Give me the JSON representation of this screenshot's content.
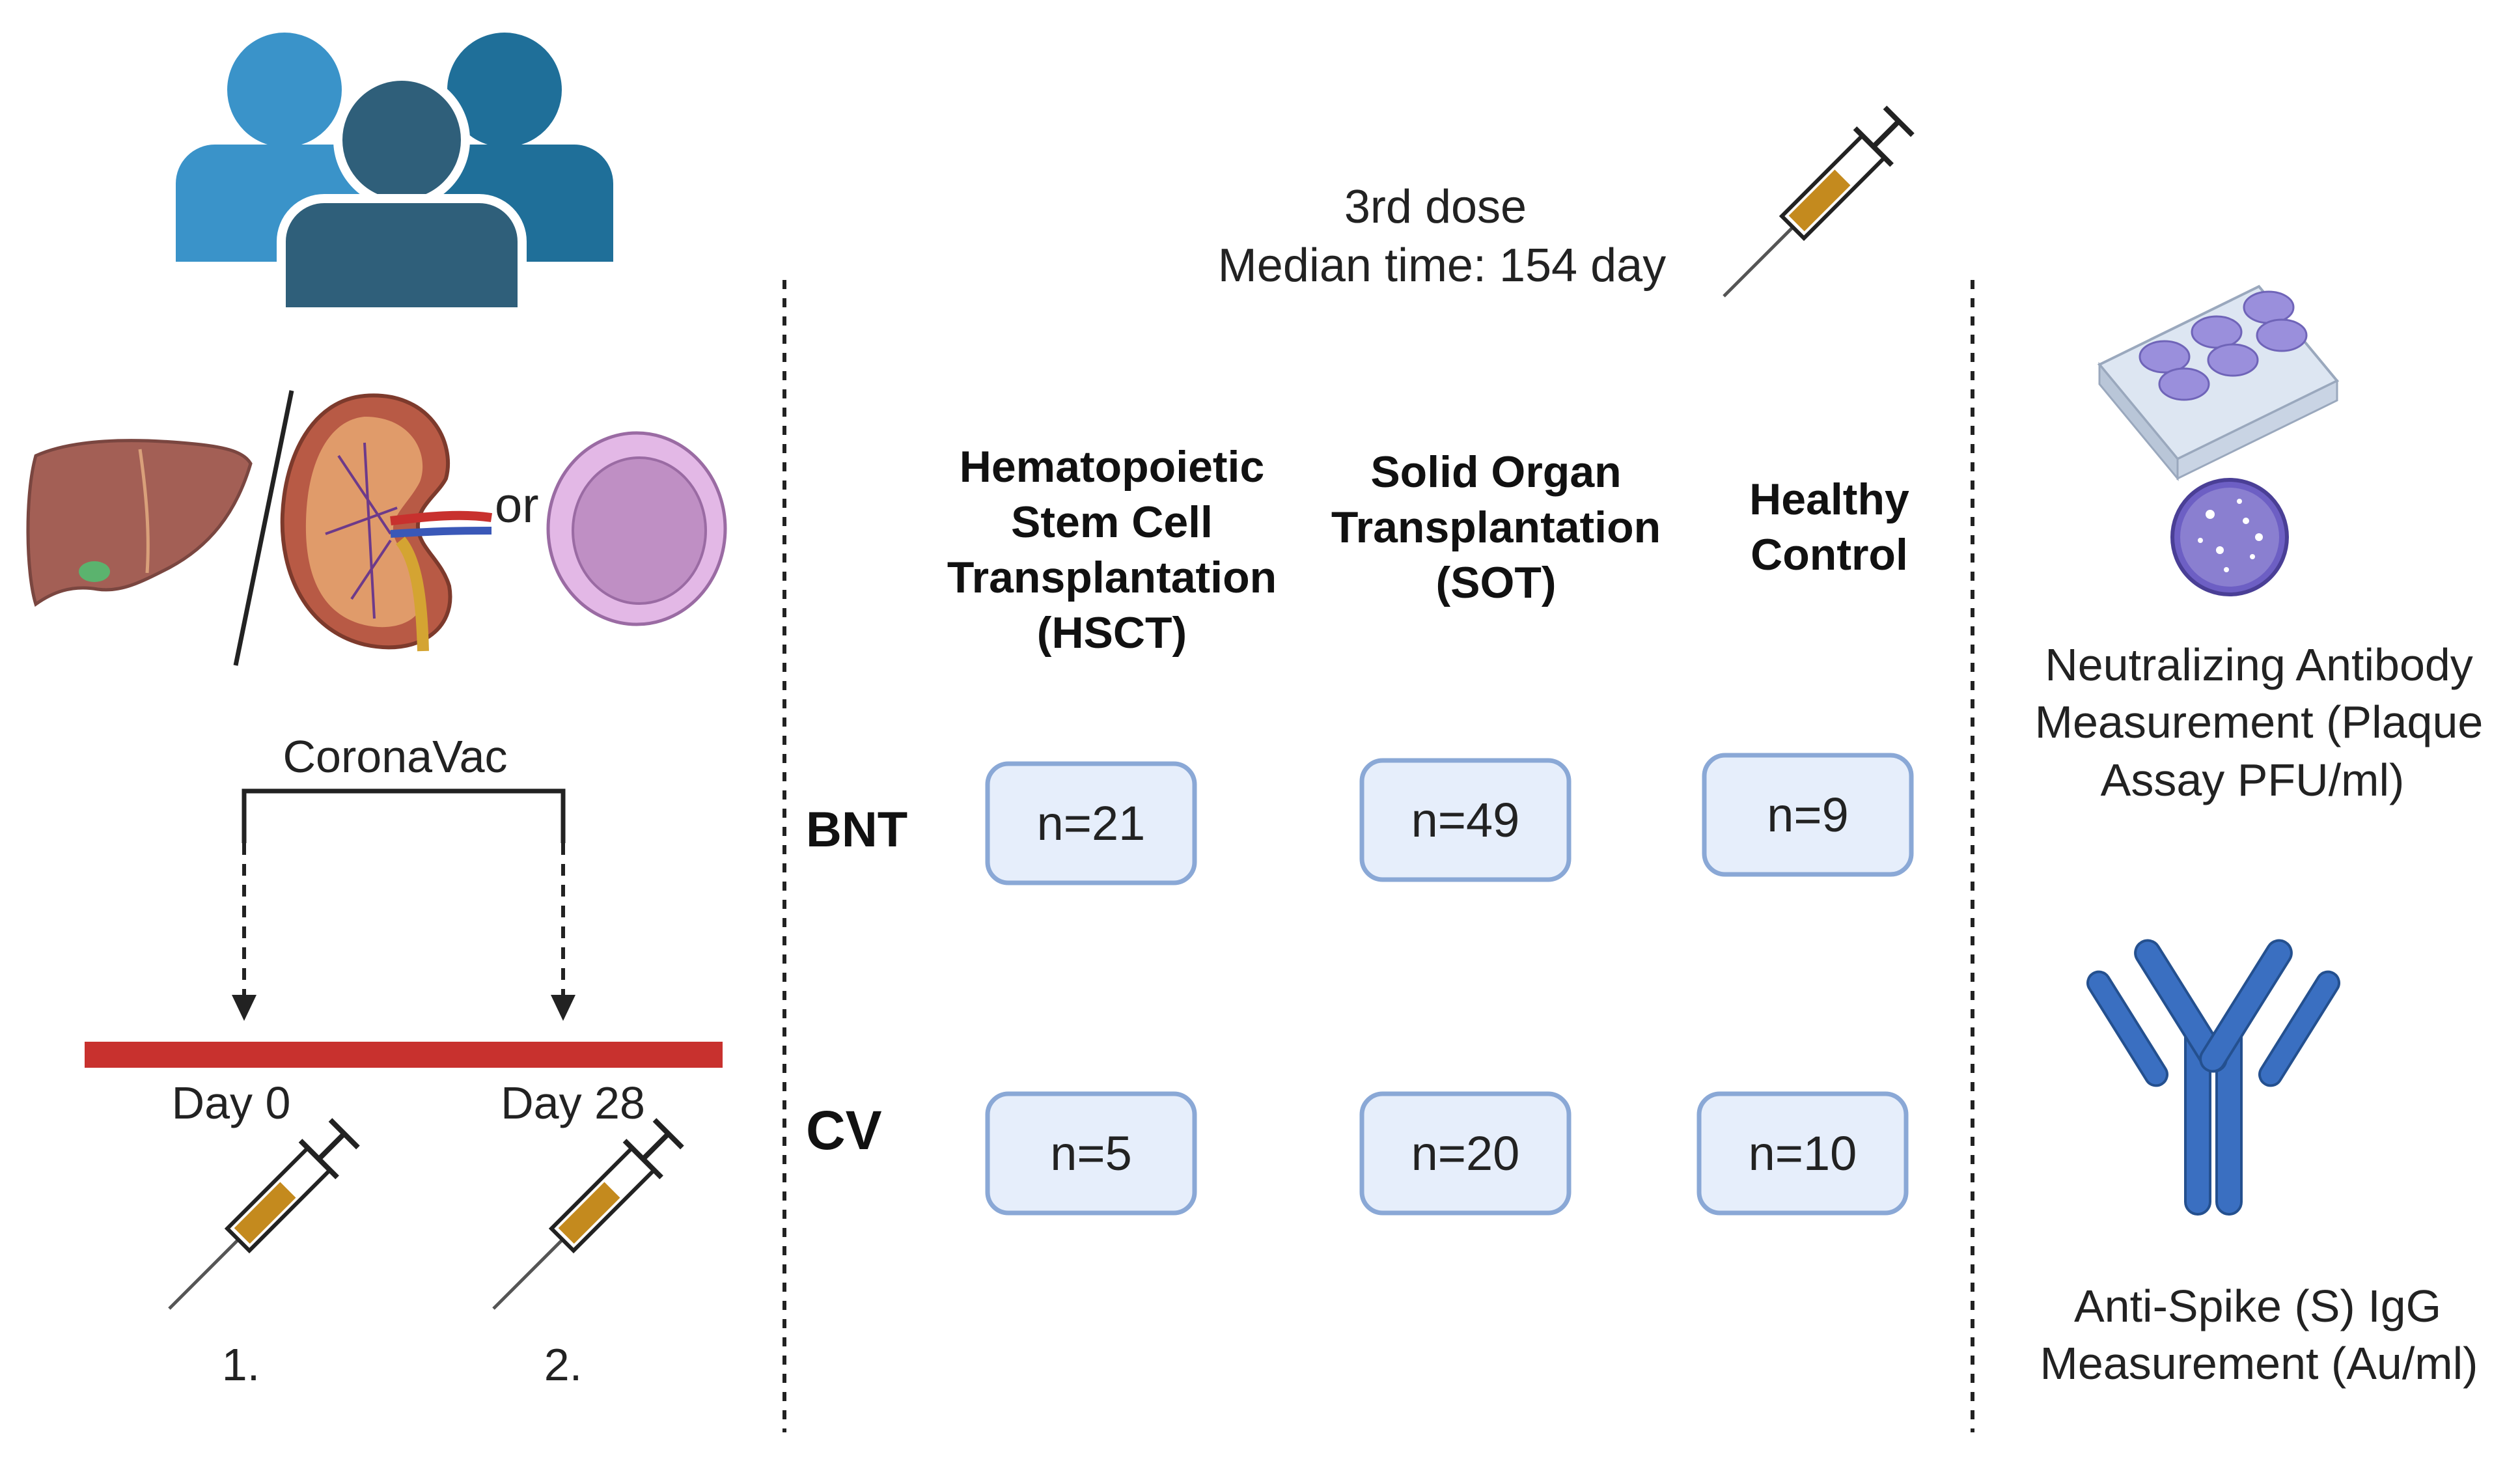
{
  "left_panel": {
    "or_label": "or",
    "vaccine_name": "CoronaVac",
    "day0_label": "Day 0",
    "day28_label": "Day 28",
    "dose1_label": "1.",
    "dose2_label": "2."
  },
  "middle_panel": {
    "third_dose_line1": "3rd dose",
    "third_dose_line2": "Median time: 154 day",
    "columns": [
      {
        "lines": [
          "Hematopoietic",
          "Stem Cell",
          "Transplantation",
          "(HSCT)"
        ]
      },
      {
        "lines": [
          "Solid Organ",
          "Transplantation",
          "(SOT)"
        ]
      },
      {
        "lines": [
          "Healthy",
          "Control"
        ]
      }
    ],
    "rows": [
      {
        "label": "BNT",
        "counts": [
          "n=21",
          "n=49",
          "n=9"
        ]
      },
      {
        "label": "CV",
        "counts": [
          "n=5",
          "n=20",
          "n=10"
        ]
      }
    ]
  },
  "right_panel": {
    "neutralizing_lines": [
      "Neutralizing Antibody",
      "Measurement (Plaque",
      "Assay PFU/ml)"
    ],
    "antispike_lines": [
      "Anti-Spike (S) IgG",
      "Measurement (Au/ml)"
    ]
  },
  "colors": {
    "person_light": "#3a93c9",
    "person_mid": "#1f6f99",
    "person_dark": "#2f5f7a",
    "timeline_red": "#c8312e",
    "box_fill": "#e6eefb",
    "box_stroke": "#8aa8d6",
    "antibody_blue": "#3a6fc1",
    "plaque_purple": "#8a7fd0"
  }
}
